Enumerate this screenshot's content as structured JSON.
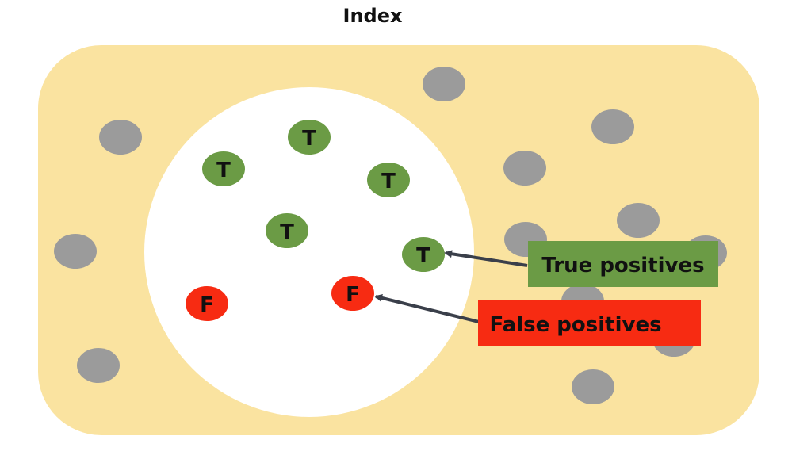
{
  "title": "Index",
  "colors": {
    "background": "#fae3a0",
    "retrieved_region": "#ffffff",
    "other_dot": "#9b9b9b",
    "true_dot": "#6b9b45",
    "false_dot": "#f72b12",
    "true_label_bg": "#6b9b45",
    "false_label_bg": "#f72b12",
    "arrow": "#3a3f4a",
    "dot_text": "#111111"
  },
  "dots": {
    "true_letter": "T",
    "false_letter": "F"
  },
  "labels": {
    "true_positives": "True positives",
    "false_positives": "False positives"
  }
}
